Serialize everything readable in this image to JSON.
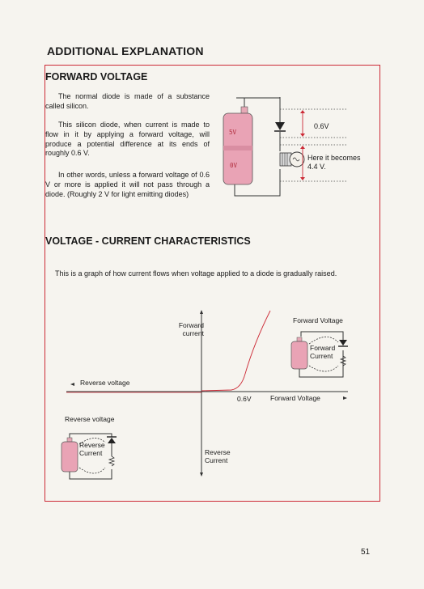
{
  "header": {
    "title": "ADDITIONAL EXPLANATION"
  },
  "forward_voltage": {
    "heading": "FORWARD VOLTAGE",
    "p1": "The normal diode is made of a substance called silicon.",
    "p2": "This silicon diode, when current is made to flow in it by applying a forward voltage, will produce a potential difference at its ends of roughly 0.6 V.",
    "p3": "In other words, unless a forward voltage of 0.6 V or more is applied it will not pass through a diode. (Roughly 2 V for light emitting diodes)",
    "diagram": {
      "battery_top": "5V",
      "battery_bottom": "0V",
      "drop_label": "0.6V",
      "lamp_label": "Here it becomes 4.4 V."
    }
  },
  "vi_char": {
    "heading": "VOLTAGE - CURRENT CHARACTERISTICS",
    "intro": "This is a graph of how current flows when voltage applied to a diode is gradually raised.",
    "graph": {
      "y_pos_label": "Forward current",
      "y_neg_label": "Reverse Current",
      "x_pos_label": "Forward Voltage",
      "x_neg_label": "Reverse voltage",
      "knee_label": "0.6V"
    },
    "inset_forward": {
      "title": "Forward Voltage",
      "label": "Forward Current"
    },
    "inset_reverse": {
      "title": "Reverse voltage",
      "label": "Reverse Current"
    }
  },
  "page_number": "51"
}
